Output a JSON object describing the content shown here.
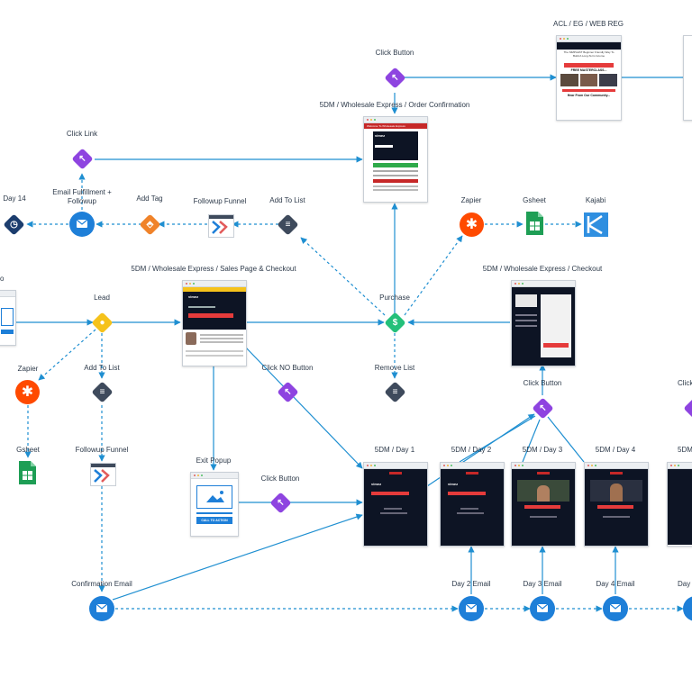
{
  "labels": {
    "acl_reg": "ACL / EG / WEB REG",
    "click_button_top": "Click Button",
    "order_confirmation": "5DM / Wholesale Express / Order Confirmation",
    "click_link": "Click Link",
    "day_14": "Day 14",
    "email_fulfillment": "Email Fulfillment +\nFollowup",
    "add_tag": "Add Tag",
    "followup_funnel_top": "Followup Funnel",
    "add_to_list_top": "Add To List",
    "zapier_right": "Zapier",
    "gsheet_right": "Gsheet",
    "kajabi": "Kajabi",
    "sales_page": "5DM / Wholesale Express / Sales Page & Checkout",
    "checkout": "5DM / Wholesale Express / Checkout",
    "lead": "Lead",
    "purchase": "Purchase",
    "zapier_left": "Zapier",
    "add_to_list_left": "Add To List",
    "click_no_button": "Click NO Button",
    "remove_list": "Remove List",
    "click_button_right": "Click Button",
    "click_right_edge": "Click",
    "gsheet_left": "Gsheet",
    "followup_funnel_left": "Followup Funnel",
    "exit_popup": "Exit Popup",
    "click_button_mid": "Click Button",
    "day1": "5DM / Day 1",
    "day2": "5DM / Day 2",
    "day3": "5DM / Day 3",
    "day4": "5DM / Day 4",
    "day5_cut": "5DM",
    "confirmation_email": "Confirmation Email",
    "day2_email": "Day 2 Email",
    "day3_email": "Day 3 Email",
    "day4_email": "Day 4 Email",
    "day5_email_cut": "Day",
    "left_cut": "o"
  },
  "thumbs": {
    "acl_headline": "The SIMPLEST Beginner Friendly Way To Build A Long-Term Income",
    "acl_sub": "FREE MASTERCLASS...",
    "acl_footer": "Hear From Our Community...",
    "order_header": "Welcome To Wholesale Express",
    "brand": "vimez",
    "exit_cta": "CALL TO ACTION"
  },
  "colors": {
    "edge": "#1f8fd1",
    "purple": "#8e44e0",
    "yellow": "#f5c21b",
    "green": "#24c07a",
    "orange": "#f0832a",
    "slate": "#3e4a5c",
    "email": "#1e7fd8",
    "zapier": "#ff4a00",
    "gsheet": "#1e9e55",
    "kajabi": "#2f8fe0",
    "navy": "#1c3d6e"
  },
  "icons": {
    "click": "cursor-icon",
    "lead": "person-icon",
    "purchase": "dollar-icon",
    "list": "list-icon",
    "tag": "tag-icon",
    "email": "envelope-icon",
    "wait": "clock-icon",
    "zapier": "zapier-icon",
    "gsheet": "spreadsheet-icon",
    "kajabi": "kajabi-icon",
    "funnel": "funnel-icon"
  }
}
